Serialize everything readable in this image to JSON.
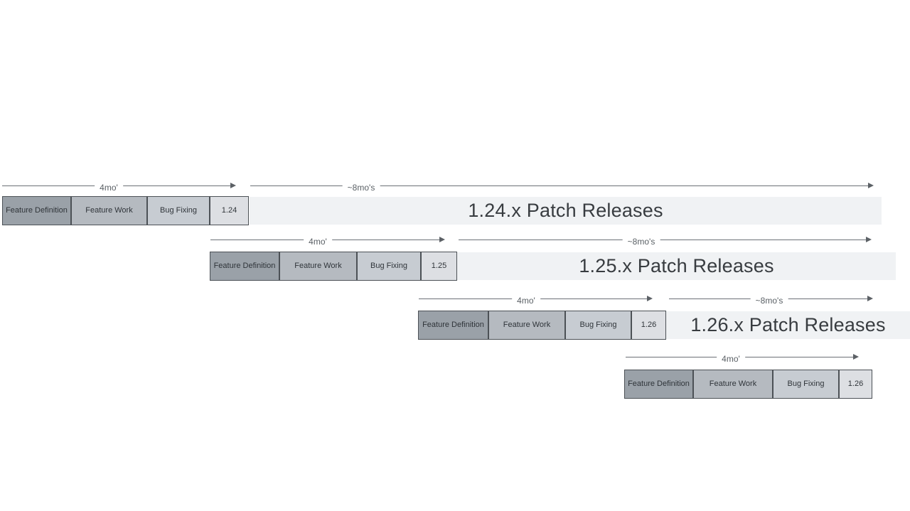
{
  "diagram": {
    "description": "Release cadence timeline diagram with four overlapping release cycles",
    "phase_labels": [
      "Feature Definition",
      "Feature Work",
      "Bug Fixing"
    ],
    "duration_labels": {
      "dev": "4mo'",
      "patch": "~8mo's"
    },
    "rows": [
      {
        "version": "1.24",
        "patch_label": "1.24.x Patch Releases"
      },
      {
        "version": "1.25",
        "patch_label": "1.25.x Patch Releases"
      },
      {
        "version": "1.26",
        "patch_label": "1.26.x Patch Releases"
      },
      {
        "version": "1.26",
        "patch_label": ""
      }
    ],
    "colors": {
      "feature_definition_fill": "#9aa1a8",
      "feature_work_fill": "#b5bac0",
      "bug_fixing_fill": "#c7ccd2",
      "version_box_fill": "#dddfe3",
      "patch_bar_fill": "#f0f2f4",
      "box_border": "#4c5156",
      "arrow_line": "#6b7076",
      "text_dark": "#2f3439",
      "background": "#ffffff"
    }
  }
}
